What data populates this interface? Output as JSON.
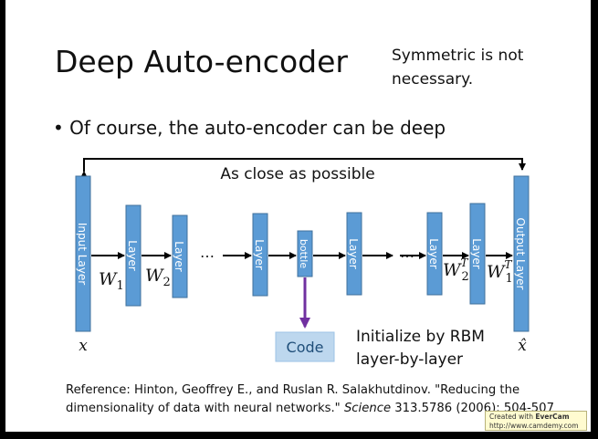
{
  "slide": {
    "title": "Deep Auto-encoder",
    "note_line1": "Symmetric is not",
    "note_line2": "necessary.",
    "bullet": "• Of course, the auto-encoder can be deep"
  },
  "diagram": {
    "top_label": "As close as possible",
    "input_layer_label": "Input Layer",
    "output_layer_label": "Output Layer",
    "hidden_layer_label": "Layer",
    "bottleneck_label": "bottle",
    "ellipsis": "…",
    "weights": {
      "w1": "W",
      "w1_sub": "1",
      "w2": "W",
      "w2_sub": "2",
      "w2t": "W",
      "w2t_sub": "2",
      "w2t_sup": "T",
      "w1t": "W",
      "w1t_sub": "1",
      "w1t_sup": "T"
    },
    "x_label": "x",
    "xhat_label": "x̂",
    "code_label": "Code",
    "init_line1": "Initialize by RBM",
    "init_line2": "layer-by-layer",
    "colors": {
      "layer_fill": "#5b9bd5",
      "layer_stroke": "#41719c",
      "bottleneck_arrow": "#7030a0",
      "code_fill": "#bdd7ee",
      "code_text": "#1f4e79"
    }
  },
  "reference": {
    "prefix": "Reference: Hinton, Geoffrey E., and Ruslan R. Salakhutdinov. \"Reducing the dimensionality of data with neural networks.\" ",
    "journal": "Science",
    "suffix": " 313.5786 (2006): 504-507"
  },
  "watermark": {
    "created_prefix": "Created with ",
    "brand": "EverCam",
    "url": "http://www.camdemy.com"
  }
}
